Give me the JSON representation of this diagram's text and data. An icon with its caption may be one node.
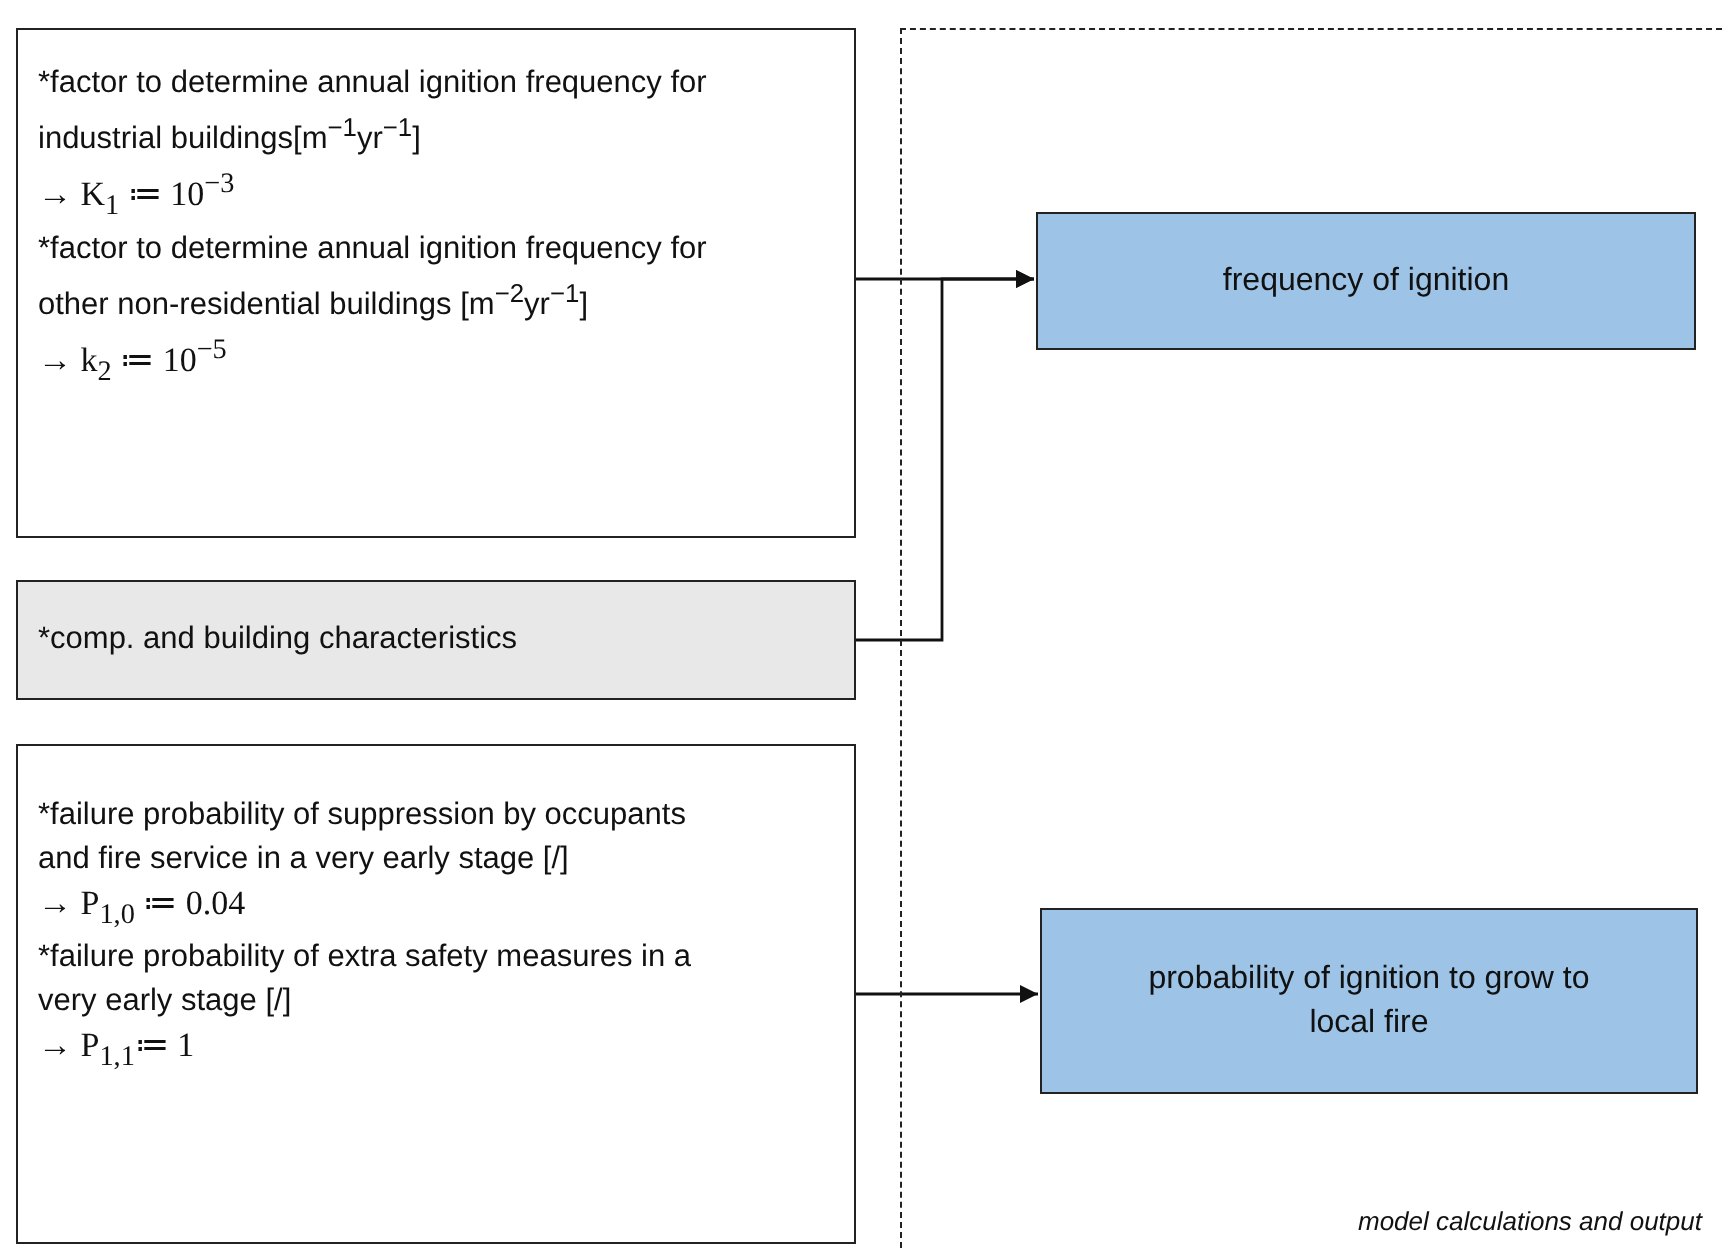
{
  "diagram": {
    "nodes": [
      {
        "text": [
          "*factor to determine annual ignition frequency for industrial buildings[m$^{−1}$yr$^{−1}$]",
          "→ K$_{1}$ ≔ 10$^{−3}$",
          "*factor  to determine annual ignition frequency for other non-residential buildings [m$^{−2}$yr$^{−1}$]",
          "→ k$_{2}$ ≔ 10$^{−5}$"
        ]
      },
      {
        "text": [
          "*comp. and building characteristics"
        ]
      },
      {
        "text": [
          "*failure probability of suppression by occupants and fire service in a very early stage [/]",
          "→ P$_{1,0}$ ≔ 0.04",
          "*failure probability of extra safety measures in a very early stage [/]",
          "→  P$_{1,1}$≔ 1"
        ]
      },
      {
        "text": [
          "model calculations and output"
        ]
      },
      {
        "text": [
          "frequency of ignition"
        ],
        "in": 3
      },
      {
        "text": [
          "probability of ignition to grow to local fire"
        ],
        "in": 3
      }
    ],
    "edges": [
      {
        "from": 0,
        "to": 4,
        "arrow": "to"
      },
      {
        "from": 1,
        "to": 4,
        "arrow": "to"
      },
      {
        "from": 2,
        "to": 5,
        "arrow": "to"
      }
    ]
  }
}
